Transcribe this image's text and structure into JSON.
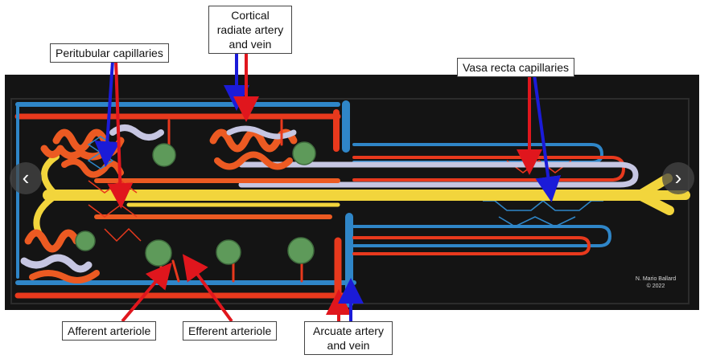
{
  "labels": {
    "cortical_radiate": "Cortical radiate artery and vein",
    "peritubular": "Peritubular capillaries",
    "vasa_recta": "Vasa recta capillaries",
    "afferent": "Afferent arteriole",
    "efferent": "Efferent arteriole",
    "arcuate": "Arcuate artery and vein"
  },
  "credit": {
    "name": "N. Mario Ballard",
    "year": "© 2022"
  },
  "nav": {
    "prev": "‹",
    "next": "›"
  },
  "colors": {
    "artery": "#e8391d",
    "vein": "#2f86c8",
    "tubule_yellow": "#f2d53c",
    "tubule_lavender": "#c6c6e2",
    "tubule_orange": "#ec5a22",
    "glomerulus": "#5e9a5a",
    "board": "#141414",
    "arrow_blue": "#1b1bd8",
    "arrow_red": "#e0161d"
  }
}
